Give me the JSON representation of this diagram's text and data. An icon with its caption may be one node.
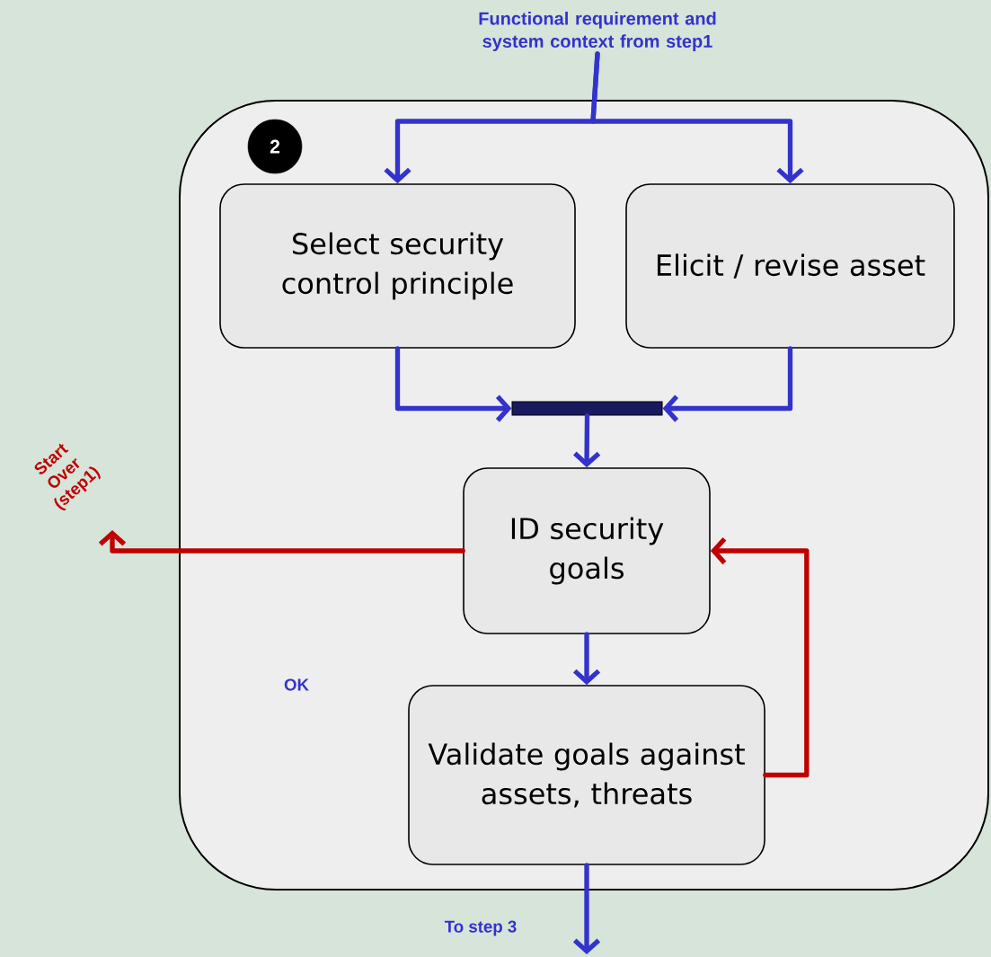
{
  "diagram": {
    "nodes": [
      {
        "text": [
          "Functional requirement and system context from step1"
        ]
      },
      {
        "text": [],
        "shape": "box"
      },
      {
        "text": [
          "2"
        ],
        "in": 1
      },
      {
        "text": [
          "Select security control principle"
        ],
        "in": 1
      },
      {
        "text": [
          "Elicit / revise asset"
        ],
        "in": 1
      },
      {
        "text": [],
        "shape": "bar",
        "in": 1
      },
      {
        "text": [
          "ID security goals"
        ],
        "in": 1
      },
      {
        "text": [
          "Validate goals against assets, threats"
        ],
        "in": 1
      }
    ],
    "edges": [
      {
        "from": 0,
        "to": 3,
        "arrow": "to"
      },
      {
        "from": 0,
        "to": 4,
        "arrow": "to"
      },
      {
        "from": 3,
        "to": 5,
        "arrow": "to"
      },
      {
        "from": 4,
        "to": 5,
        "arrow": "to"
      },
      {
        "from": 5,
        "to": 6,
        "arrow": "to"
      },
      {
        "from": 6,
        "to": 7,
        "arrow": "to"
      },
      {
        "from": 7,
        "to": 6,
        "arrow": "to",
        "color": "#c00000"
      },
      {
        "from": 6,
        "to": null,
        "arrow": "to",
        "color": "#c00000",
        "label": "Start Over (step1)"
      },
      {
        "from": 7,
        "to": null,
        "arrow": "to",
        "label": "To step 3"
      }
    ],
    "labels": [
      "OK"
    ]
  }
}
